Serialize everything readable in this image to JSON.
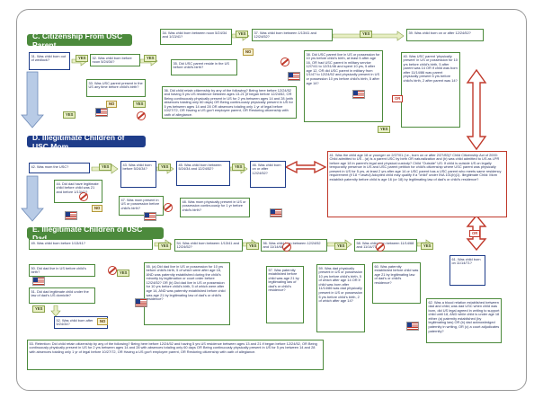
{
  "sections": {
    "c_title": "C. Citizenship From USC Parent",
    "d_title": "D. Illegitimate Children of USC Mom",
    "e_title": "E. Illegitimate Children of USC Dad"
  },
  "labels": {
    "yes": "YES",
    "no": "NO",
    "or": "OR"
  },
  "boxes": {
    "c31": "31. Was child born out of wedlock?",
    "c32": "32. Was child born before noon 5/24/34?",
    "c33": "33. Was USC parent present in the US any time before child's birth?",
    "c34": "34. Was child born between noon 5/24/34 and 1/13/41?",
    "c35": "35. Did USC parent reside in the US before child's birth?",
    "c36": "36. Did child retain citizenship by any of the following? Being here before 12/24/52 and having 5 yrs US residence between ages 13-21 (if began before 12/24/52, OR Being continuously physically present in US for 2 yrs between ages 14 and 28 (with absences totaling only 60 days) OR Being continuously physically present in US for 5 yrs between ages 14 and 28 OR absences totaling only 1 yr of legal before 10/27/72, OR Having a US gov't employee parent, OR Restoring citizenship with oath of allegiance.",
    "c37": "37. Was child born between 1/13/41 and 12/24/52?",
    "c38": "38. Did USC parent live in US or possession for 10 yrs before child's birth, at least 5 after age 16, OR had USC parent in military service 12/7/41 to 12/31/46 and spent 10 yrs, 5 after age 12, OR did USC parent in military from 1/1/47 to 12/24/52 and physically present in US or possession 10 yrs before child's birth, 5 after age 14?",
    "c39": "39. Was child born on or after 12/24/52?",
    "c40": "40. Was USC parent 'physically present' in US or possession for 10 yrs before child's birth, 5 after parent was 14 OR if child was born after 11/14/86 was parent physically present 5 yrs before child's birth, 2 after parent was 14?",
    "d42": "42. Was mom the USC?",
    "d43": "43. Was child born before 5/24/34?",
    "d44": "44. Did dad have legitimate child before child was 21 and before 1/13/41?",
    "d45": "45. Was child born between 5/24/34 and 12/24/52?",
    "d46": "46. Was child born on or after 12/24/52?",
    "d47": "47. Was mom present in US or possession before child's birth?",
    "d48": "48. Was mom physically present in US or possession continuously for 1 yr before child's birth?",
    "d41": "41. Was the child age 18 or younger on 2/27/01 (i.e., born on or after 2/27/83)? Child Citizenship Act of 2000: Child admitted to US - (a) Is a parent USC by birth OR naturalization and (b) was child admitted to US as LPR before age 18 in parent's legal and physical custody? Child \"Outside\" US: If child is outside US on legally temporarily presence in US and USC parent petition for child's citizenship where USC parent was physically present in US for 5 yrs, at least 2 yrs after age 14 or USC parent has a USC parent who meets same residency requirement (if 18 + lawful) Adopted child may qualify if a \"child\" under INA 101(b)(1). Illegitimate Child: Mom establish paternity before child is age 16 (or 18) by legitimating law of dad's or child's residence?",
    "e49": "49. Was child born before 1/13/41?",
    "e50": "50. Did dad live in US before child's birth?",
    "e51": "51. Did dad legitimate child under the law of dad's US domicile?",
    "e52": "52. Was child born after 5/24/34?",
    "e54": "54. Was child born between 1/13/41 and 12/24/52?",
    "e55": "55. (a) Did dad live in US or possession for 10 yrs before child's birth, 5 of which were after age 16, AND was paternity established during the child's minority by legitimation or court order before 12/24/52? OR (b) Did dad live in US or possession for 10 yrs before child's birth, 5 of which were after age 14, AND was paternity established before child was age 21 by legitimating law of dad's or child's residence?",
    "e56": "56. Was child born between 12/24/52 and 11/14/68?",
    "e57": "57. Was paternity established before child was age 21 by legitimating law of dad's or child's residence?",
    "e58": "58. Was child born between 11/14/68 and 11/14/71?",
    "e59": "59. Was dad physically present in US or possession 10 yrs before child's birth, 5 of which after age 14 OR if child was born after 11/14/86 was dad physically present in US or possession 5 yrs before child's birth, 2 of which after age 14?",
    "e60": "60. Was paternity established before child was age 21 by legitimating law of dad's or child's residence?",
    "e61": "61. Was child born on 11/14/71?",
    "e62": "62. Was a blood relation established between dad and child, was dad USC when child was born, did US legal agreed in writing to support child until 18, AND while child is under age 18 either (a) paternity established (by legitimating law) OR (b) dad acknowledged paternity in writing, OR (c) a court adjudicates paternity?",
    "e53": "53. Retention: Did child retain citizenship by any of the following? Being here before 12/24/52 and having 5 yrs US residence between ages 13 and 21 if began before 12/24/52, OR Being continuously physically present in US for 2 yrs between ages 14 and 28 with absences totaling only 60 days OR Being continuously physically present in US for 5 yrs between 14 and 28 with absences totaling only 1 yr of legal before 10/27/72, OR Having a US gov't employee parent, OR Restoring citizenship with oath of allegiance."
  },
  "colors": {
    "green": "#4c8a3c",
    "blue": "#1f3d8a",
    "red": "#c0392b",
    "arrow_fill": "#e8efc4",
    "arrow_dark": "#9fb5d8"
  }
}
